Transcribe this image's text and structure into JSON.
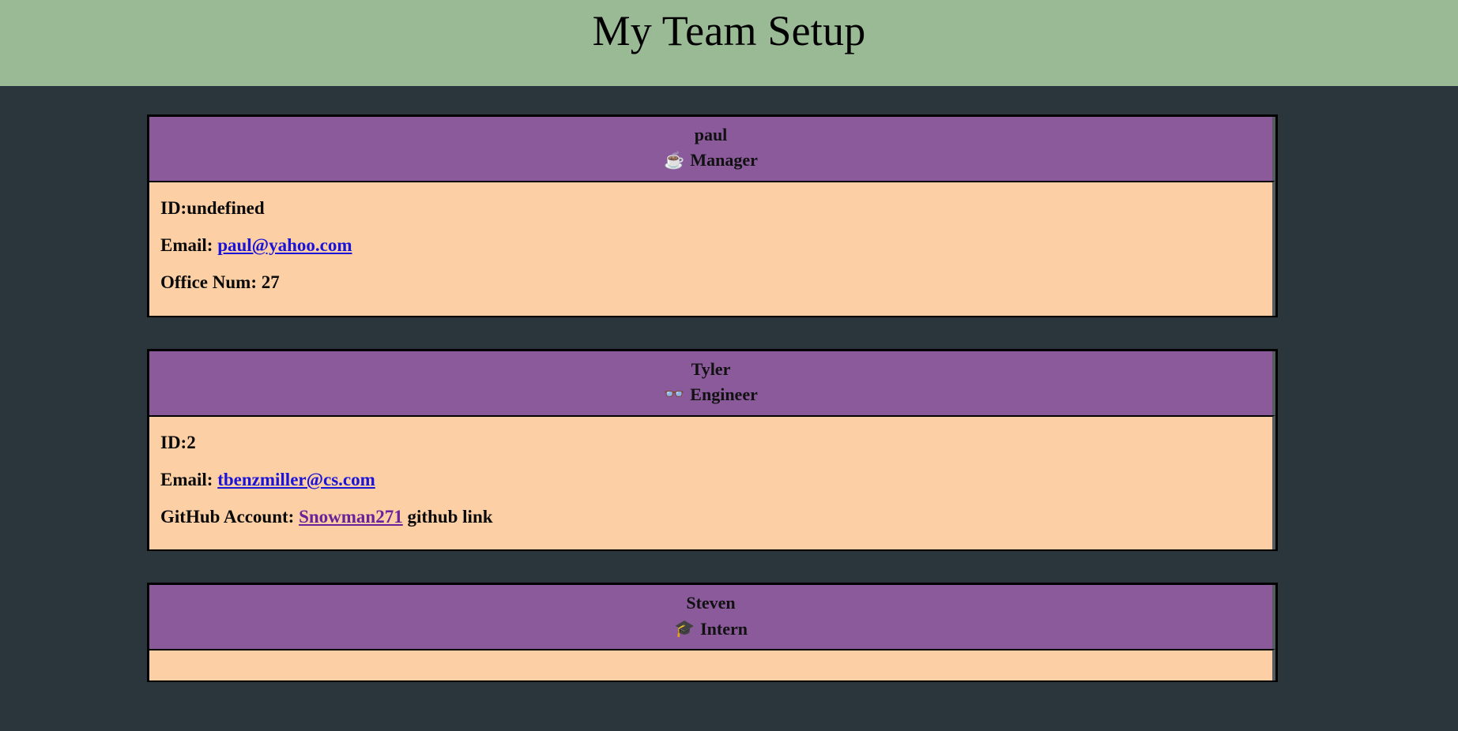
{
  "page": {
    "title": "My Team Setup",
    "background_color": "#2b363c",
    "banner_color": "#9ab995",
    "card_header_color": "#8a5a9b",
    "card_body_color": "#fccfa4",
    "email_link_color": "#1a13d8",
    "github_link_color": "#6a2199"
  },
  "cards": [
    {
      "name": "paul",
      "role": "Manager",
      "role_icon": "coffee-cup-icon",
      "role_icon_glyph": "☕",
      "id_line": "ID:undefined",
      "email_label": "Email: ",
      "email": "paul@yahoo.com",
      "extra_label": "Office Num: ",
      "extra_value": "27"
    },
    {
      "name": "Tyler",
      "role": "Engineer",
      "role_icon": "glasses-icon",
      "role_icon_glyph": "👓",
      "id_line": "ID:2",
      "email_label": "Email: ",
      "email": "tbenzmiller@cs.com",
      "extra_label": "GitHub Account: ",
      "extra_value": "Snowman271",
      "extra_suffix": " github link"
    },
    {
      "name": "Steven",
      "role": "Intern",
      "role_icon": "graduation-cap-icon",
      "role_icon_glyph": "🎓"
    }
  ]
}
